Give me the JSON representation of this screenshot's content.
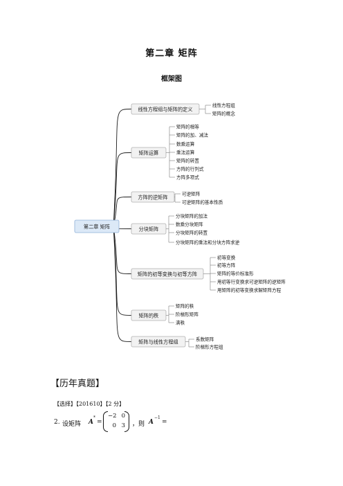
{
  "document": {
    "chapter_title": "第二章 矩阵",
    "map_title": "框架图",
    "section_heading": "【历年真题】",
    "question_meta": "【选择】【201610】【2 分】",
    "question": {
      "number": "2.",
      "text_prefix": "设矩阵",
      "matrix_var": "A",
      "matrix_var_sup": "*",
      "equals": "=",
      "matrix": [
        [
          "−2",
          "0"
        ],
        [
          "0",
          "3"
        ]
      ],
      "text_suffix": "，则",
      "inverse_var": "A",
      "inverse_sup": "−1",
      "trailing_equals": "="
    }
  },
  "mindmap": {
    "root": "第二章 矩阵",
    "branches": [
      {
        "label": "线性方程组与矩阵的定义",
        "children": [
          "线性方程组",
          "矩阵的概念"
        ]
      },
      {
        "label": "矩阵运算",
        "children": [
          "矩阵的相等",
          "矩阵的加、减法",
          "数乘运算",
          "乘法运算",
          "矩阵的转置",
          "方阵的行列式",
          "方阵多项式"
        ]
      },
      {
        "label": "方阵的逆矩阵",
        "children": [
          "可逆矩阵",
          "可逆矩阵的基本性质"
        ]
      },
      {
        "label": "分块矩阵",
        "children": [
          "分块矩阵的加法",
          "数乘分块矩阵",
          "分块矩阵的转置",
          "分块矩阵的乘法和分块方阵求逆"
        ]
      },
      {
        "label": "矩阵的初等变换与初等方阵",
        "children": [
          "初等变换",
          "初等方阵",
          "矩阵的等价标准形",
          "用初等行变换求可逆矩阵的逆矩阵",
          "用矩阵的初等变换求解矩阵方程"
        ]
      },
      {
        "label": "矩阵的秩",
        "children": [
          "矩阵的秩",
          "阶梯形矩阵",
          "满秩"
        ]
      },
      {
        "label": "矩阵与线性方程组",
        "children": [
          "系数矩阵",
          "阶梯形方程组"
        ]
      }
    ]
  }
}
